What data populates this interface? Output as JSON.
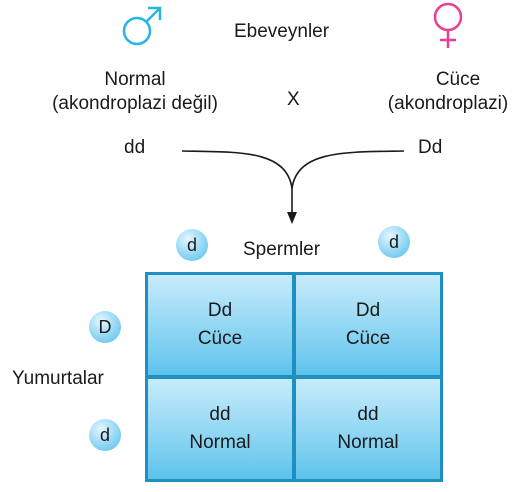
{
  "parents": {
    "title": "Ebeveynler",
    "cross": "X",
    "male": {
      "icon": "male-symbol-icon",
      "color": "#29b4e6",
      "label_1": "Normal",
      "label_2": "(akondroplazi değil)",
      "genotype": "dd"
    },
    "female": {
      "icon": "female-symbol-icon",
      "color": "#ee3f8e",
      "label_1": "Cüce",
      "label_2": "(akondroplazi)",
      "genotype": "Dd"
    }
  },
  "punnett": {
    "column_header": "Spermler",
    "row_header": "Yumurtalar",
    "sperm_alleles": [
      "d",
      "d"
    ],
    "egg_alleles": [
      "D",
      "d"
    ],
    "cells": [
      [
        {
          "genotype": "Dd",
          "phenotype": "Cüce"
        },
        {
          "genotype": "Dd",
          "phenotype": "Cüce"
        }
      ],
      [
        {
          "genotype": "dd",
          "phenotype": "Normal"
        },
        {
          "genotype": "dd",
          "phenotype": "Normal"
        }
      ]
    ]
  }
}
